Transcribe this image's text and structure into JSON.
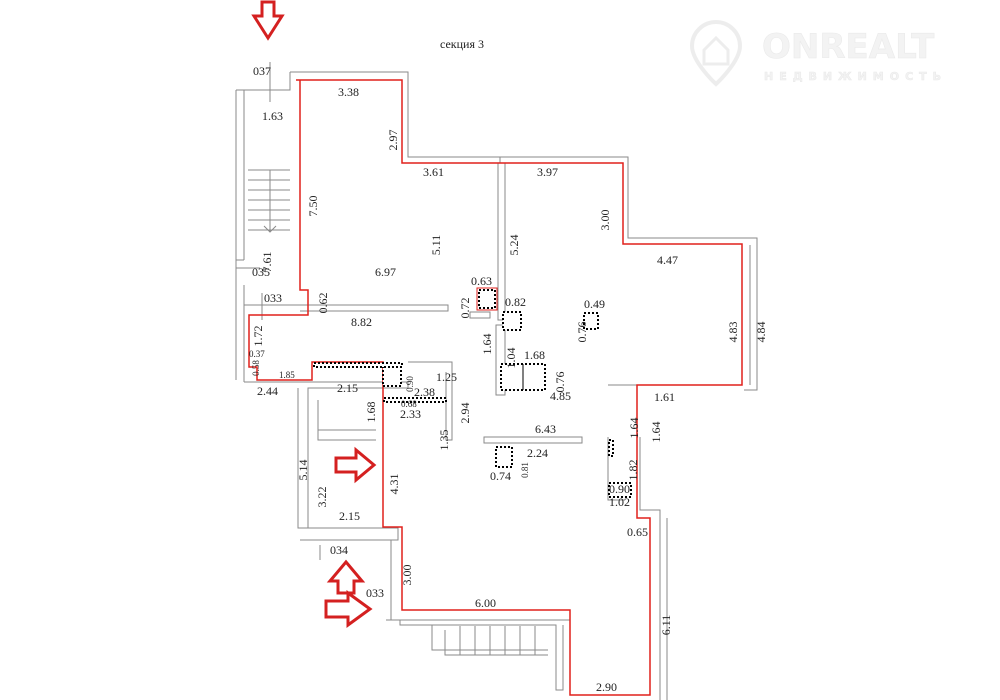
{
  "plan": {
    "title": "секция 3",
    "labels": [
      "037",
      "3.38",
      "1.63",
      "2.97",
      "3.61",
      "3.97",
      "7.50",
      "5.11",
      "5.24",
      "3.00",
      "7.61",
      "035",
      "4.47",
      "6.97",
      "0.63",
      "033",
      "0.62",
      "0.72",
      "0.82",
      "0.49",
      "4.83",
      "4.84",
      "8.82",
      "0.76",
      "1.72",
      "1.64",
      "1.04",
      "1.68",
      "0.37",
      "0.58",
      "0.76",
      "1.85",
      "0.90",
      "1.25",
      "2.44",
      "2.15",
      "2.38",
      "0.68",
      "2.94",
      "4.85",
      "1.64",
      "1.61",
      "1.68",
      "2.33",
      "1.35",
      "1.64",
      "6.43",
      "5.14",
      "2.24",
      "0.81",
      "1.82",
      "3.22",
      "4.31",
      "0.74",
      "0.90",
      "1.02",
      "2.15",
      "0.65",
      "034",
      "3.00",
      "033",
      "6.00",
      "6.11",
      "2.90"
    ]
  },
  "logo": {
    "name": "ONREALT",
    "subtitle": "НЕДВИЖИМОСТЬ"
  },
  "colors": {
    "outline": "#e0201c",
    "arrow": "#d42020",
    "wall": "#8a8a8a"
  }
}
